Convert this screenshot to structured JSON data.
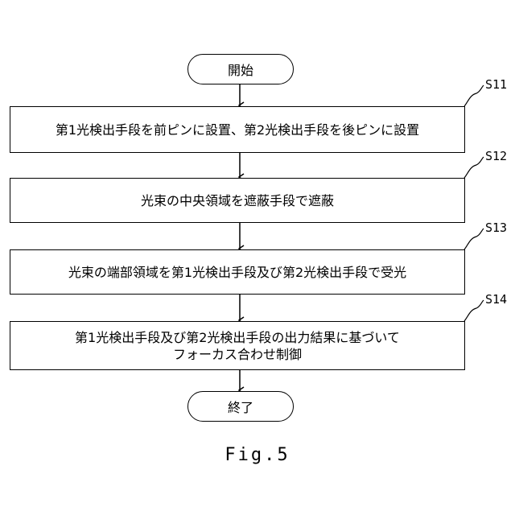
{
  "flowchart": {
    "start_label": "開始",
    "end_label": "終了",
    "steps": [
      {
        "id": "S11",
        "text": "第1光検出手段を前ピンに設置、第2光検出手段を後ピンに設置"
      },
      {
        "id": "S12",
        "text": "光束の中央領域を遮蔽手段で遮蔽"
      },
      {
        "id": "S13",
        "text": "光束の端部領域を第1光検出手段及び第2光検出手段で受光"
      },
      {
        "id": "S14",
        "text": "第1光検出手段及び第2光検出手段の出力結果に基づいて\nフォーカス合わせ制御"
      }
    ]
  },
  "caption": "Fig.5"
}
